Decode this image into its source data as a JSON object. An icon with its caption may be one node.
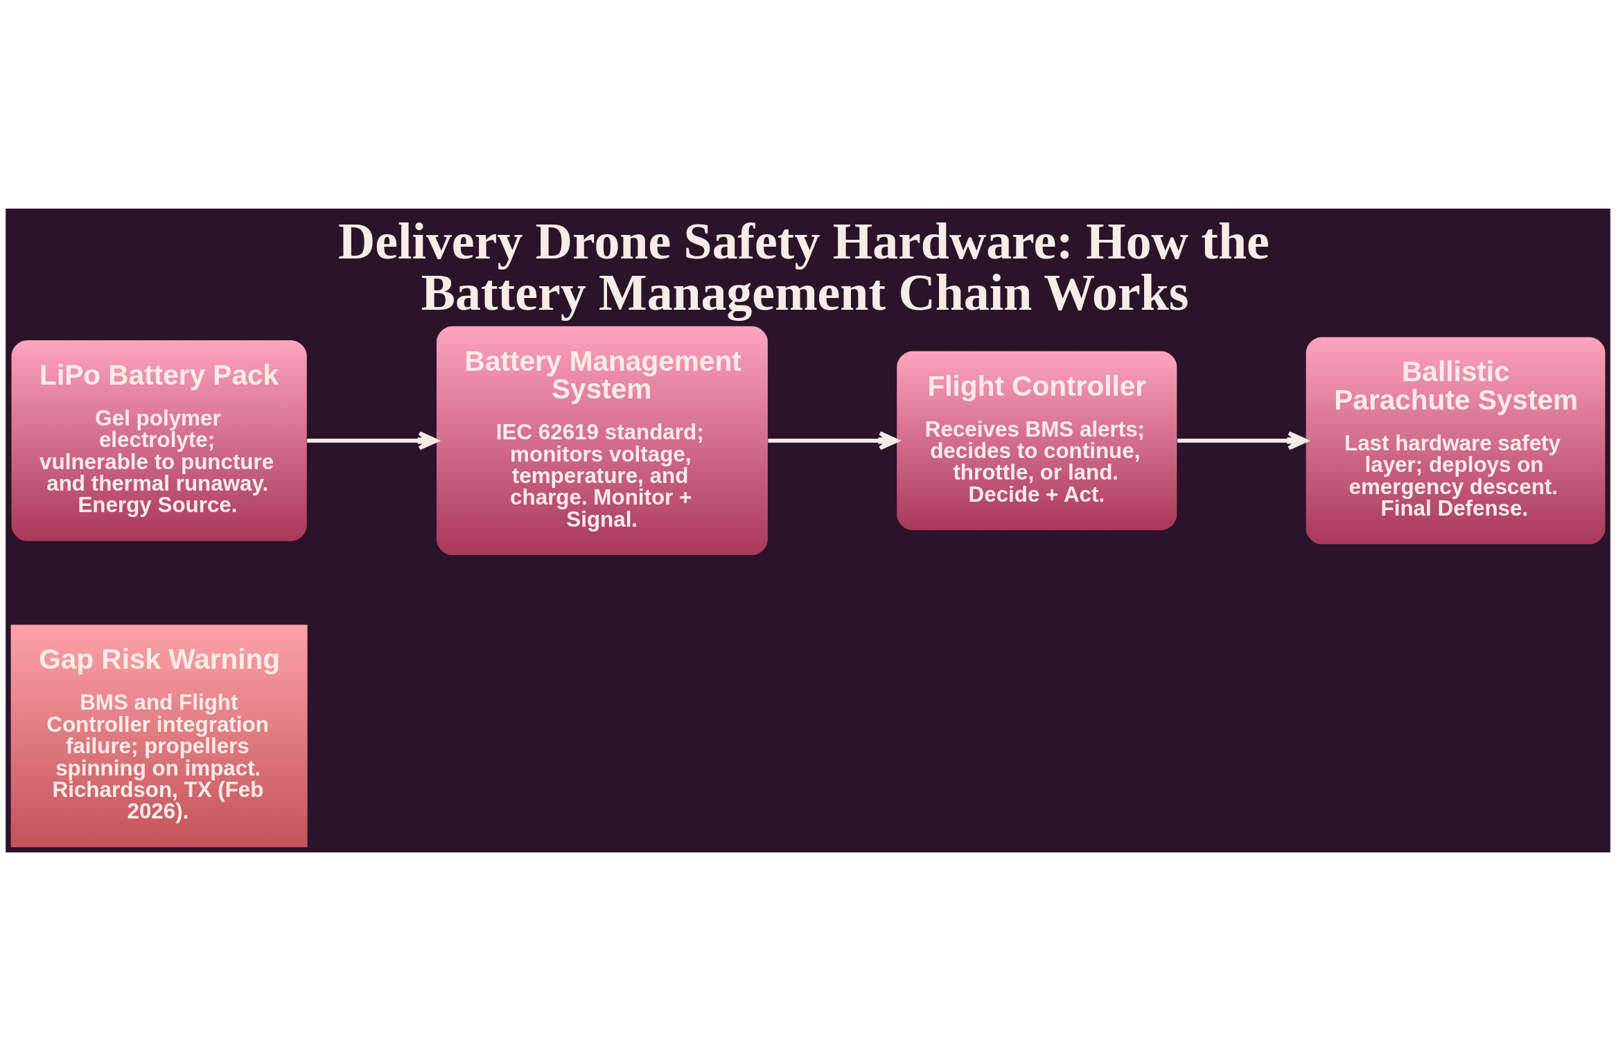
{
  "diagram": {
    "title": "Delivery Drone Safety Hardware: How the Battery Management Chain Works",
    "nodes": [
      {
        "text": [
          "LiPo Battery Pack",
          "Gel polymer electrolyte; vulnerable to puncture and thermal runaway. Energy Source."
        ]
      },
      {
        "text": [
          "Battery Management System",
          "IEC 62619 standard; monitors voltage, temperature, and charge. Monitor + Signal."
        ]
      },
      {
        "text": [
          "Flight Controller",
          "Receives BMS alerts; decides to continue, throttle, or land. Decide + Act."
        ]
      },
      {
        "text": [
          "Ballistic Parachute System",
          "Last hardware safety layer; deploys on emergency descent. Final Defense."
        ]
      },
      {
        "text": [
          "Gap Risk Warning",
          "BMS and Flight Controller integration failure; propellers spinning on impact. Richardson, TX (Feb 2026)."
        ]
      }
    ],
    "edges": [
      {
        "from": 0,
        "to": 1,
        "arrow": "to"
      },
      {
        "from": 1,
        "to": 2,
        "arrow": "to"
      },
      {
        "from": 2,
        "to": 3,
        "arrow": "to"
      }
    ]
  }
}
